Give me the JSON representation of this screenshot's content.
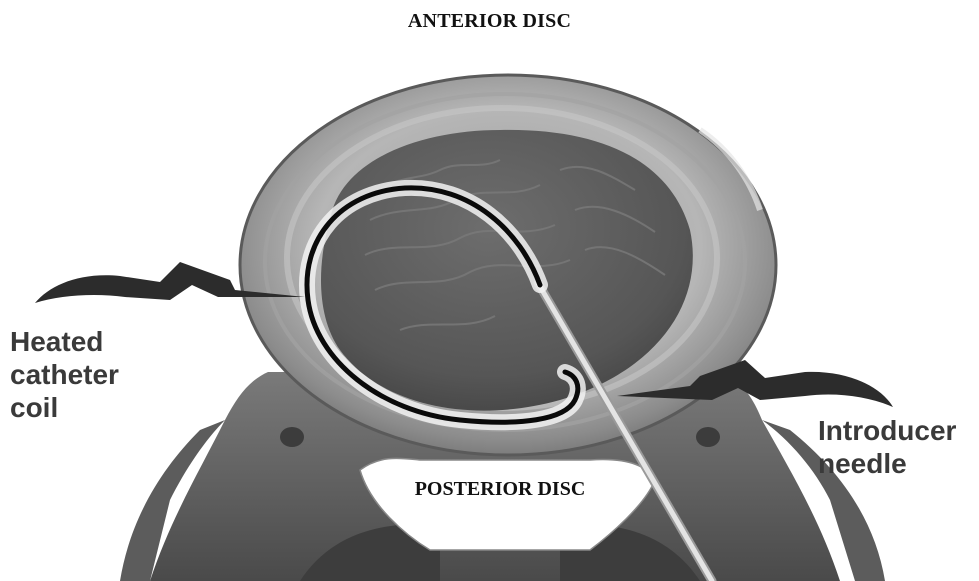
{
  "diagram": {
    "labels": {
      "anterior": "ANTERIOR DISC",
      "posterior": "POSTERIOR DISC",
      "heated_catheter": [
        "Heated",
        "catheter",
        "coil"
      ],
      "introducer_needle": [
        "Introducer",
        "needle"
      ]
    },
    "colors": {
      "background": "#ffffff",
      "annulus_outer": "#8a8a8a",
      "annulus_inner": "#b9b9b9",
      "nucleus": "#5e5e5e",
      "catheter": "#0a0a0a",
      "needle": "#d6d6d6",
      "arrow": "#2c2c2c"
    }
  }
}
